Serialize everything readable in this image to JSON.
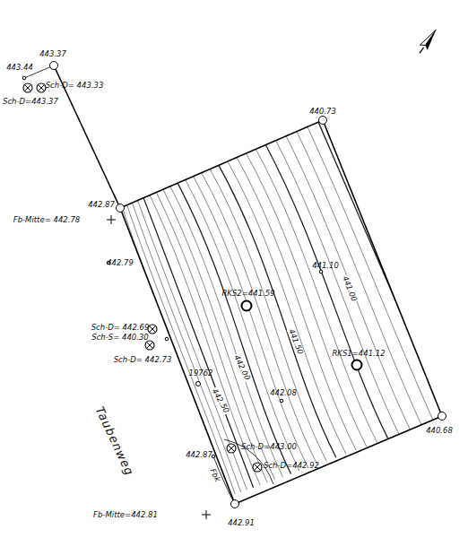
{
  "diagram": {
    "labels": [
      "443.37",
      "443.44",
      "Sch-D= 443.33",
      "Sch-D=443.37",
      "440.73",
      "442.87",
      "Fb-Mitte= 442.78",
      "442.79",
      "441.10",
      "441.00",
      "RKS2=441.59",
      "441.50",
      "RKS1=441.12",
      "Sch-D= 442.69",
      "Sch-S= 440.30",
      "Sch-D= 442.73",
      "19762",
      "442.50",
      "442.00",
      "442.08",
      "Taubenweg",
      "442.87",
      "Sch-D=443.00",
      "Sch-D=442.92",
      "Fbk",
      "Fb-Mitte=442.81",
      "442.91",
      "440.68"
    ]
  }
}
